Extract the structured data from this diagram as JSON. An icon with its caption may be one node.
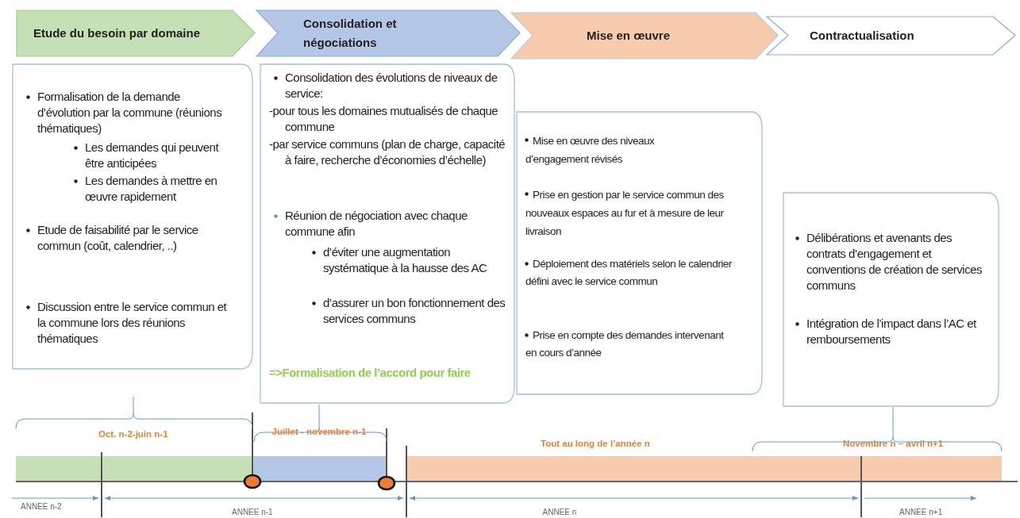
{
  "diagram": {
    "nodes": [
      {
        "text": [
          "Etude du besoin par domaine"
        ]
      },
      {
        "text": [
          "Consolidation et négociations"
        ]
      },
      {
        "text": [
          "Mise en œuvre"
        ]
      },
      {
        "text": [
          "Contractualisation"
        ]
      },
      {
        "text": [
          "Formalisation de la demande d’évolution par la commune (réunions thématiques)",
          "Les demandes qui peuvent être anticipées",
          "Les demandes à mettre en œuvre rapidement",
          "Etude de faisabilité par le service commun (coût, calendrier, ..)",
          "Discussion entre le service commun et la commune lors des réunions thématiques"
        ]
      },
      {
        "text": [
          "Consolidation des évolutions de niveaux de service:",
          "-pour tous les domaines mutualisés de chaque commune",
          "-par service communs (plan de charge, capacité à faire, recherche d’économies d’échelle)",
          "Réunion de négociation avec chaque commune afin",
          "d’éviter une augmentation systématique à la hausse des AC",
          "d’assurer un bon fonctionnement des services communs",
          "=>Formalisation de l’accord pour faire"
        ]
      },
      {
        "text": [
          "Mise en œuvre des niveaux d’engagement révisés",
          "Prise en gestion par le service commun des nouveaux espaces au fur et à mesure de leur livraison",
          "Déploiement des matériels selon le calendrier défini avec le service commun",
          "Prise en compte des demandes intervenant en cours d’année"
        ]
      },
      {
        "text": [
          "Délibérations et avenants des contrats d’engagement et conventions de création de services communs",
          "Intégration de l’impact dans l’AC et remboursements"
        ]
      }
    ],
    "labels": [
      "Oct. n-2-juin n-1",
      "Juillet - novembre n-1",
      "Tout au long de l’année n",
      "Novembre n – avril n+1",
      "ANNEE n-2",
      "ANNEE n-1",
      "ANNEE n",
      "ANNEE n+1"
    ]
  }
}
